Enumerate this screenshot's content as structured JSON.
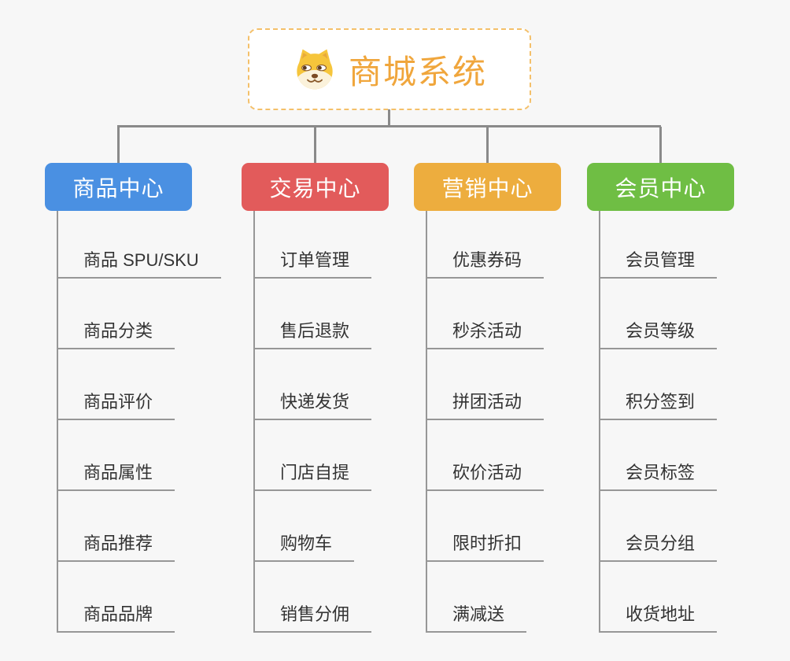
{
  "root": {
    "label": "商城系统",
    "icon": "doge-icon"
  },
  "branches": [
    {
      "label": "商品中心",
      "color": "#4A90E2",
      "children": [
        "商品 SPU/SKU",
        "商品分类",
        "商品评价",
        "商品属性",
        "商品推荐",
        "商品品牌"
      ]
    },
    {
      "label": "交易中心",
      "color": "#E25B5B",
      "children": [
        "订单管理",
        "售后退款",
        "快递发货",
        "门店自提",
        "购物车",
        "销售分佣"
      ]
    },
    {
      "label": "营销中心",
      "color": "#EDAD3E",
      "children": [
        "优惠券码",
        "秒杀活动",
        "拼团活动",
        "砍价活动",
        "限时折扣",
        "满减送"
      ]
    },
    {
      "label": "会员中心",
      "color": "#6FBE44",
      "children": [
        "会员管理",
        "会员等级",
        "积分签到",
        "会员标签",
        "会员分组",
        "收货地址"
      ]
    }
  ],
  "colors": {
    "background": "#F7F7F7",
    "root_text": "#F0A63C",
    "root_border": "#F4C06A",
    "connector": "#8A8A8A",
    "child_line": "#979797",
    "child_text": "#333333"
  }
}
